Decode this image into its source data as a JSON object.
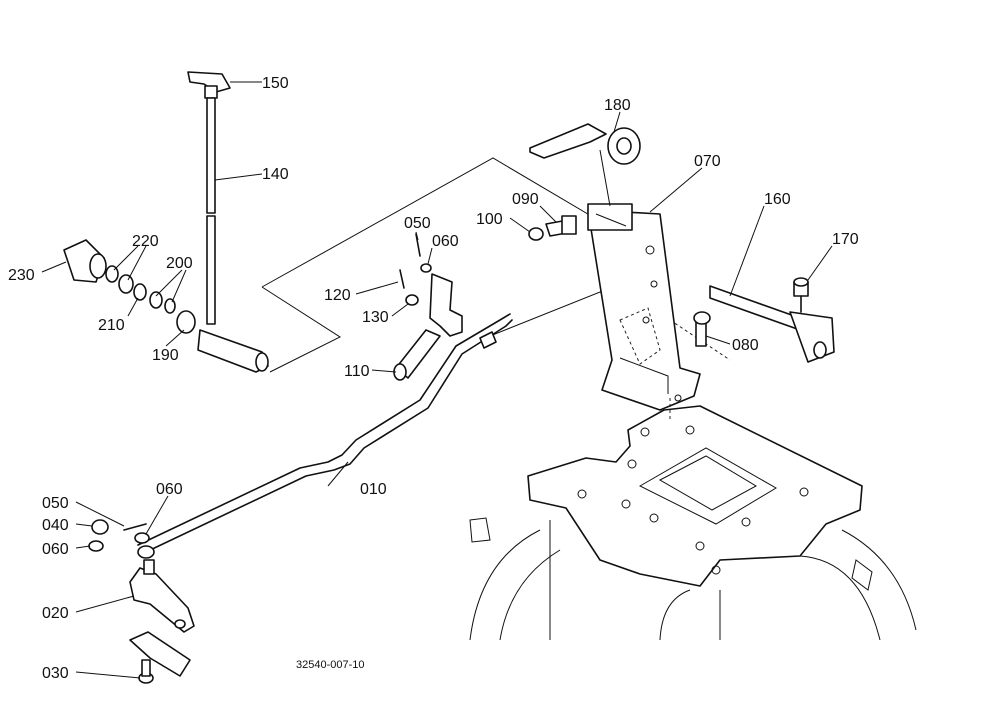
{
  "diagram_code": "32540-007-10",
  "parts": {
    "p010": "010",
    "p020": "020",
    "p030": "030",
    "p040": "040",
    "p050a": "050",
    "p050b": "050",
    "p060a": "060",
    "p060b": "060",
    "p060c": "060",
    "p070": "070",
    "p080": "080",
    "p090": "090",
    "p100": "100",
    "p110": "110",
    "p120": "120",
    "p130": "130",
    "p140": "140",
    "p150": "150",
    "p160": "160",
    "p170": "170",
    "p180": "180",
    "p190": "190",
    "p200": "200",
    "p210": "210",
    "p220": "220",
    "p230": "230"
  }
}
